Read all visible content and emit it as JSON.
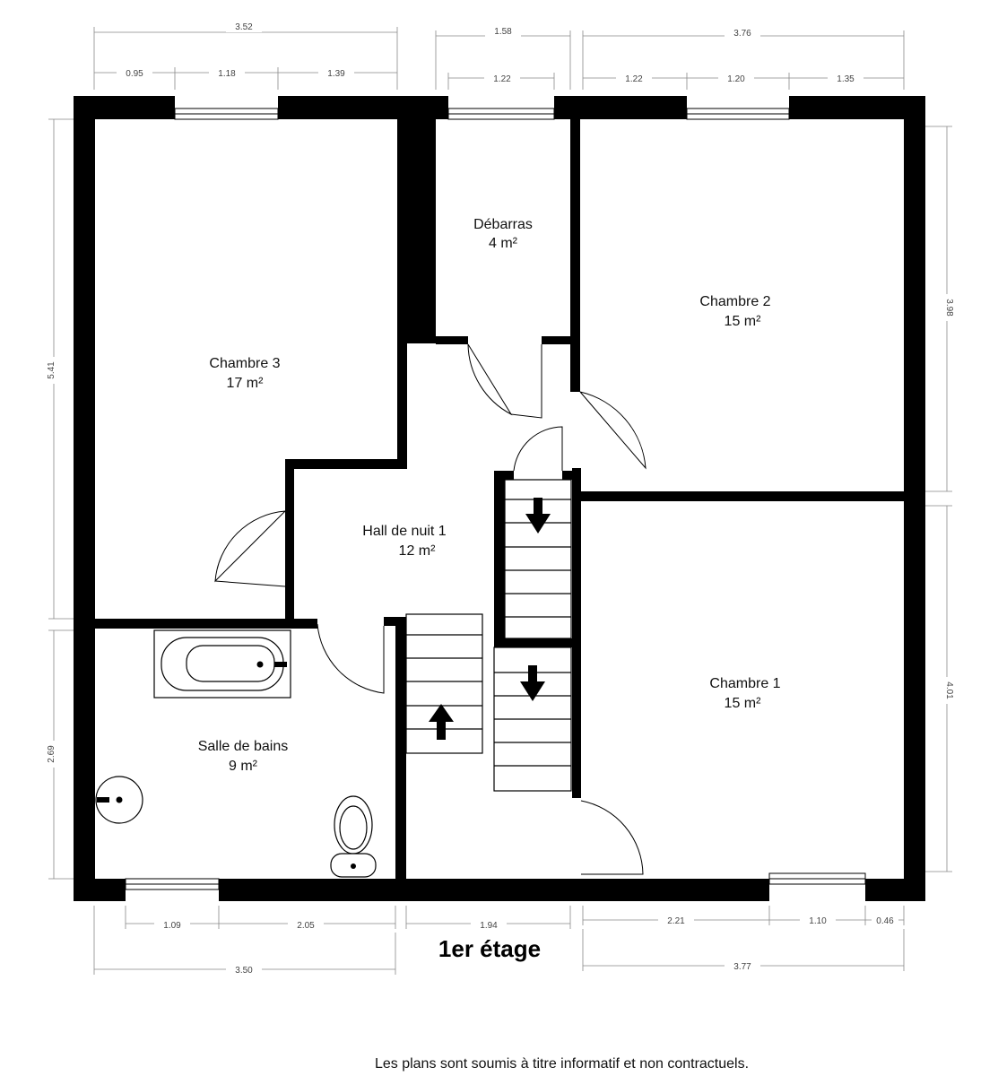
{
  "rooms": {
    "chambre3": {
      "name": "Chambre 3",
      "area": "17 m²"
    },
    "debarras": {
      "name": "Débarras",
      "area": "4 m²"
    },
    "chambre2": {
      "name": "Chambre 2",
      "area": "15 m²"
    },
    "hall": {
      "name": "Hall de nuit 1",
      "area": "12 m²"
    },
    "chambre1": {
      "name": "Chambre 1",
      "area": "15 m²"
    },
    "sdb": {
      "name": "Salle de bains",
      "area": "9 m²"
    }
  },
  "dimensions": {
    "top_total_left": "3.52",
    "top_left_a": "0.95",
    "top_left_b": "1.18",
    "top_left_c": "1.39",
    "top_total_mid": "1.58",
    "top_mid_win": "1.22",
    "top_total_right": "3.76",
    "top_right_a": "1.22",
    "top_right_b": "1.20",
    "top_right_c": "1.35",
    "left_upper": "5.41",
    "left_lower": "2.69",
    "right_upper": "3.98",
    "right_lower": "4.01",
    "bottom_left_a": "1.09",
    "bottom_left_b": "2.05",
    "bottom_mid": "1.94",
    "bottom_right_a": "2.21",
    "bottom_right_b": "1.10",
    "bottom_right_c": "0.46",
    "bottom_total_left": "3.50",
    "bottom_total_right": "3.77"
  },
  "floor_title": "1er étage",
  "disclaimer": "Les plans sont soumis à titre informatif et non contractuels."
}
